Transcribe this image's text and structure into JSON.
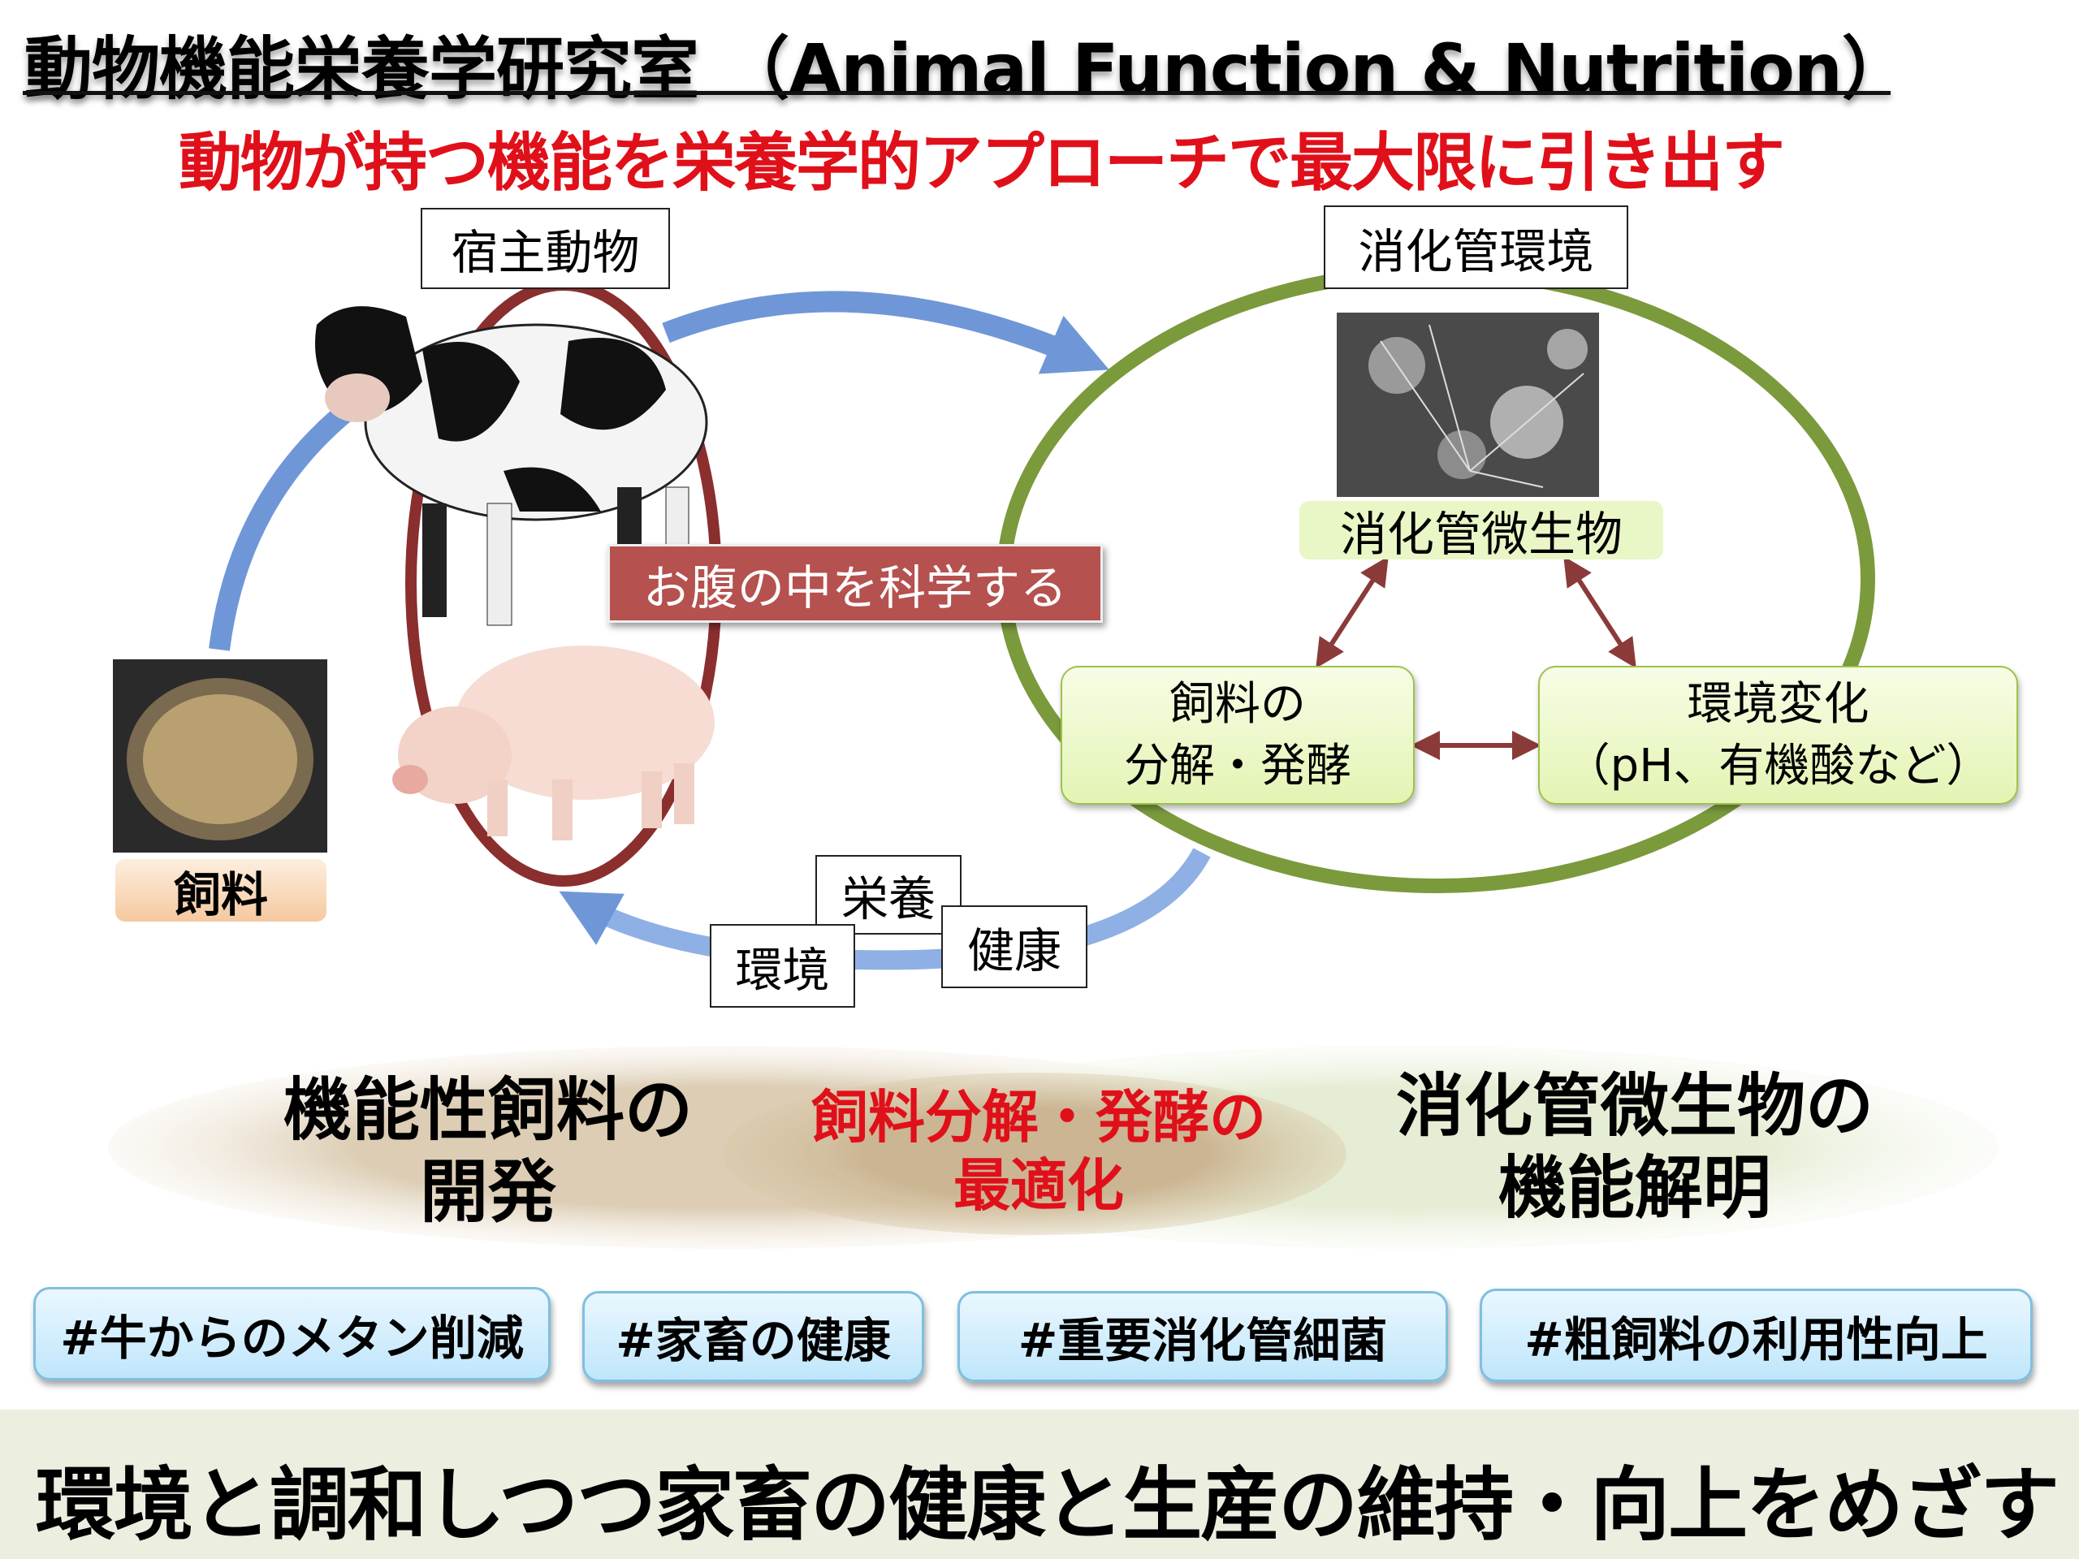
{
  "header": {
    "title": "動物機能栄養学研究室 （Animal Function & Nutrition）",
    "subtitle": "動物が持つ機能を栄養学的アプローチで最大限に引き出す"
  },
  "diagram": {
    "host_label": "宿主動物",
    "gut_env_label": "消化管環境",
    "belly_label": "お腹の中を科学する",
    "feed_label": "飼料",
    "microbes_label": "消化管微生物",
    "feed_decomp": [
      "飼料の",
      "分解・発酵"
    ],
    "env_change": [
      "環境変化",
      "（pH、有機酸など）"
    ],
    "nutrition": "栄養",
    "environment": "環境",
    "health": "健康"
  },
  "themes": {
    "left": [
      "機能性飼料の",
      "開発"
    ],
    "center": [
      "飼料分解・発酵の",
      "最適化"
    ],
    "right": [
      "消化管微生物の",
      "機能解明"
    ]
  },
  "tags": [
    "#牛からのメタン削減",
    "#家畜の健康",
    "#重要消化管細菌",
    "#粗飼料の利用性向上"
  ],
  "footer": {
    "slogan": "環境と調和しつつ家畜の健康と生産の維持・向上をめざす"
  },
  "colors": {
    "red_ellipse": "#8b2e2e",
    "green_ellipse": "#7a9a3c",
    "blue_arrow": "#6f97d8",
    "accent_red": "#e0101a",
    "belly_box": "#b5514f"
  }
}
